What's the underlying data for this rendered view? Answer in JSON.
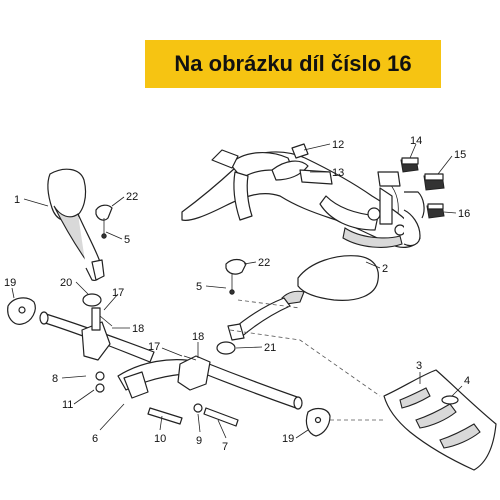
{
  "banner": {
    "text": "Na obrázku díl číslo 16",
    "color": "#f6c412"
  },
  "callouts": [
    "1",
    "2",
    "3",
    "4",
    "5",
    "5",
    "6",
    "7",
    "8",
    "9",
    "10",
    "11",
    "12",
    "13",
    "14",
    "15",
    "16",
    "17",
    "17",
    "18",
    "18",
    "19",
    "19",
    "20",
    "21",
    "22",
    "22"
  ]
}
